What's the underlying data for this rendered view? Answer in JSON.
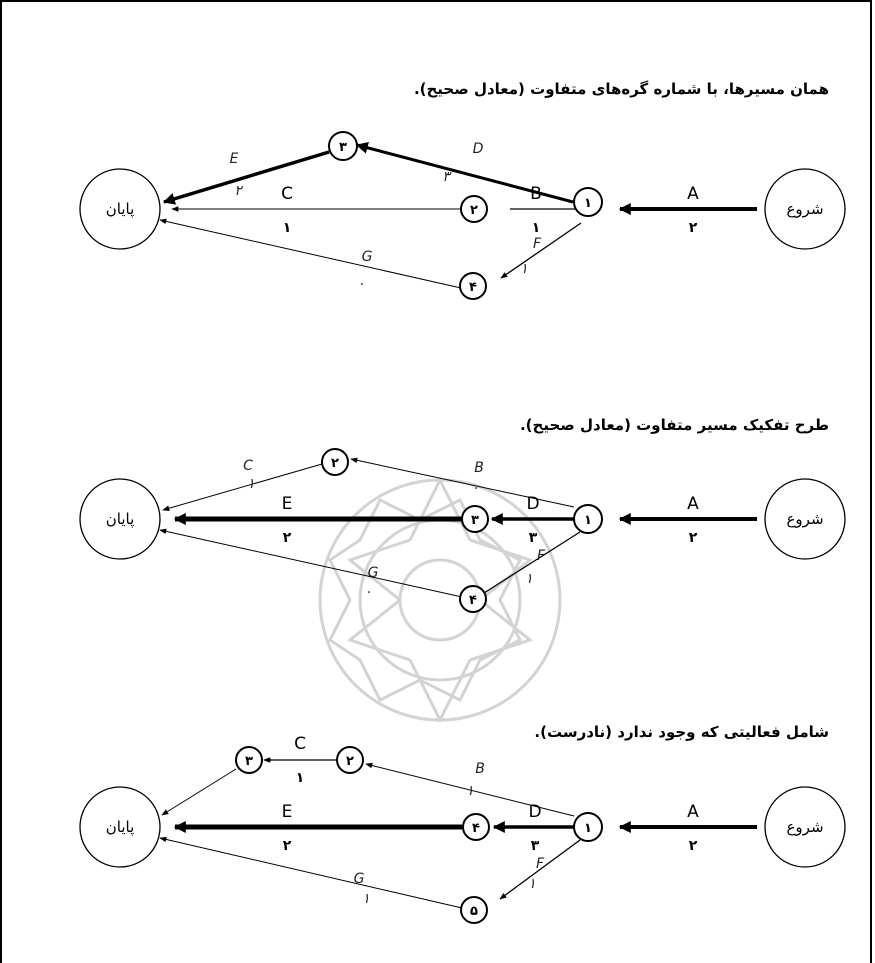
{
  "figure": {
    "captions": {
      "d1": "همان مسیرها، با شماره گره‌های متفاوت (معادل صحیح).",
      "d2": "طرح تفکیک مسیر متفاوت (معادل صحیح).",
      "d3": "شامل فعالیتی که وجود ندارد (نادرست)."
    },
    "start_label": "شروع",
    "end_label": "پایان"
  },
  "diagram1": {
    "nodes": {
      "n1": "۱",
      "n2": "۲",
      "n3": "۳",
      "n4": "۴"
    },
    "activities": {
      "A": {
        "label": "A",
        "duration": "۲"
      },
      "B": {
        "label": "B",
        "duration": "۱"
      },
      "C": {
        "label": "C",
        "duration": "۱"
      },
      "D": {
        "label": "D",
        "duration": "۳"
      },
      "E": {
        "label": "E",
        "duration": "۲"
      },
      "F": {
        "label": "F",
        "duration": "۱"
      },
      "G": {
        "label": "G",
        "duration": "۰"
      }
    }
  },
  "diagram2": {
    "nodes": {
      "n1": "۱",
      "n2": "۲",
      "n3": "۳",
      "n4": "۴"
    },
    "activities": {
      "A": {
        "label": "A",
        "duration": "۲"
      },
      "B": {
        "label": "B",
        "duration": "۰"
      },
      "C": {
        "label": "C",
        "duration": "۱"
      },
      "D": {
        "label": "D",
        "duration": "۳"
      },
      "E": {
        "label": "E",
        "duration": "۲"
      },
      "F": {
        "label": "F",
        "duration": "۱"
      },
      "G": {
        "label": "G",
        "duration": "۰"
      }
    }
  },
  "diagram3": {
    "nodes": {
      "n1": "۱",
      "n2": "۲",
      "n3": "۳",
      "n4": "۴",
      "n5": "۵"
    },
    "activities": {
      "A": {
        "label": "A",
        "duration": "۲"
      },
      "B": {
        "label": "B",
        "duration": "۱"
      },
      "C": {
        "label": "C",
        "duration": "۱"
      },
      "D": {
        "label": "D",
        "duration": "۳"
      },
      "E": {
        "label": "E",
        "duration": "۲"
      },
      "F": {
        "label": "F",
        "duration": "۱"
      },
      "G": {
        "label": "G",
        "duration": "۱"
      }
    }
  },
  "colors": {
    "ink": "#000000",
    "watermark": "#cfcfcf"
  }
}
